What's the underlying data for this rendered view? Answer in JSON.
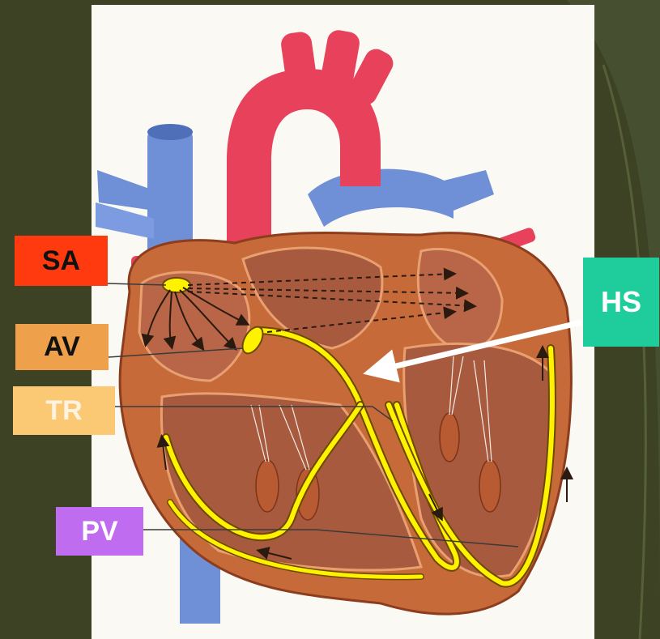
{
  "labels": {
    "sa": "SA",
    "av": "AV",
    "tr": "TR",
    "pv": "PV",
    "hs": "HS"
  },
  "colors": {
    "slide_background": "#3c4223",
    "panel": "#fbf9f4",
    "sa": "#ff3a0f",
    "av": "#eea04b",
    "tr": "#fbc874",
    "pv": "#c06cf0",
    "hs": "#1fcc9c",
    "conduction_pathway": "#fff200",
    "aorta": "#e8415c",
    "veins": "#6f8fd6",
    "myocardium": "#c76a3a"
  }
}
